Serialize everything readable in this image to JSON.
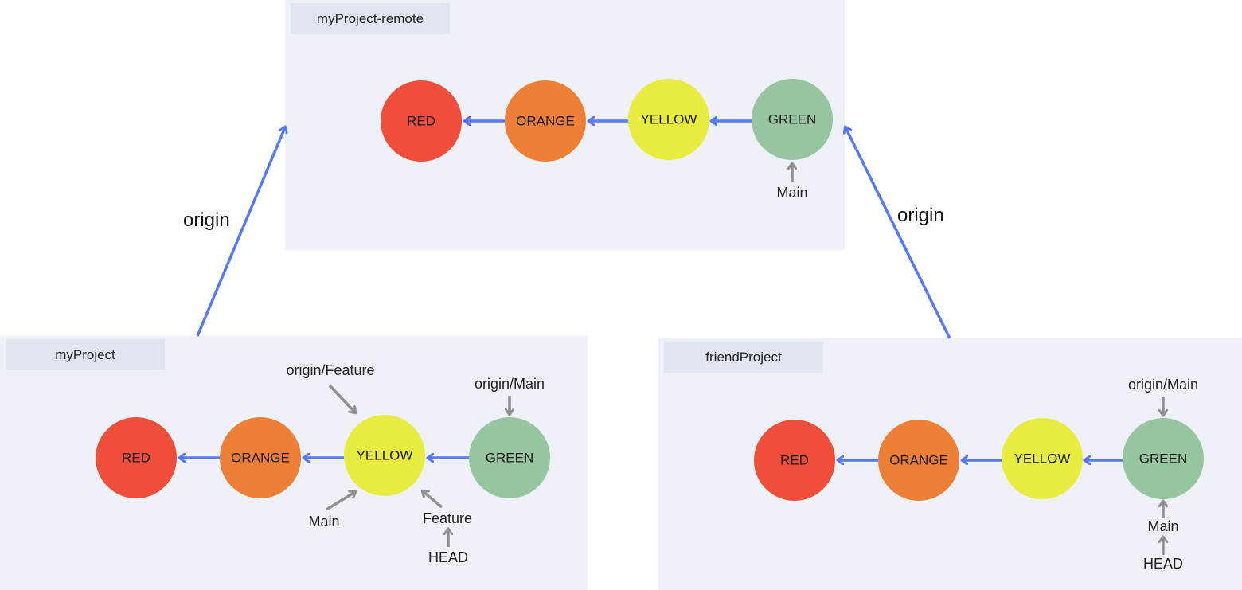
{
  "colors": {
    "RED": "#ef4f3a",
    "ORANGE": "#ee7f37",
    "YELLOW": "#e9ec40",
    "GREEN": "#96c59f",
    "commit_arrow": "#5879f5",
    "ref_arrow": "#909090",
    "panel_bg": "#eef1f8",
    "panel_title_bg": "#e1e5f0"
  },
  "repos": {
    "remote": {
      "title": "myProject-remote",
      "commits": [
        "RED",
        "ORANGE",
        "YELLOW",
        "GREEN"
      ],
      "refs": [
        {
          "label": "Main",
          "points_to": "GREEN"
        }
      ]
    },
    "local": {
      "title": "myProject",
      "commits": [
        "RED",
        "ORANGE",
        "YELLOW",
        "GREEN"
      ],
      "refs": [
        {
          "label": "origin/Feature",
          "points_to": "YELLOW"
        },
        {
          "label": "origin/Main",
          "points_to": "GREEN"
        },
        {
          "label": "Main",
          "points_to": "YELLOW"
        },
        {
          "label": "Feature",
          "points_to": "YELLOW"
        },
        {
          "label": "HEAD",
          "points_to": "Feature"
        }
      ]
    },
    "friend": {
      "title": "friendProject",
      "commits": [
        "RED",
        "ORANGE",
        "YELLOW",
        "GREEN"
      ],
      "refs": [
        {
          "label": "origin/Main",
          "points_to": "GREEN"
        },
        {
          "label": "Main",
          "points_to": "GREEN"
        },
        {
          "label": "HEAD",
          "points_to": "Main"
        }
      ]
    }
  },
  "remote_links": [
    {
      "from": "myProject",
      "to": "myProject-remote",
      "label": "origin"
    },
    {
      "from": "friendProject",
      "to": "myProject-remote",
      "label": "origin"
    }
  ]
}
